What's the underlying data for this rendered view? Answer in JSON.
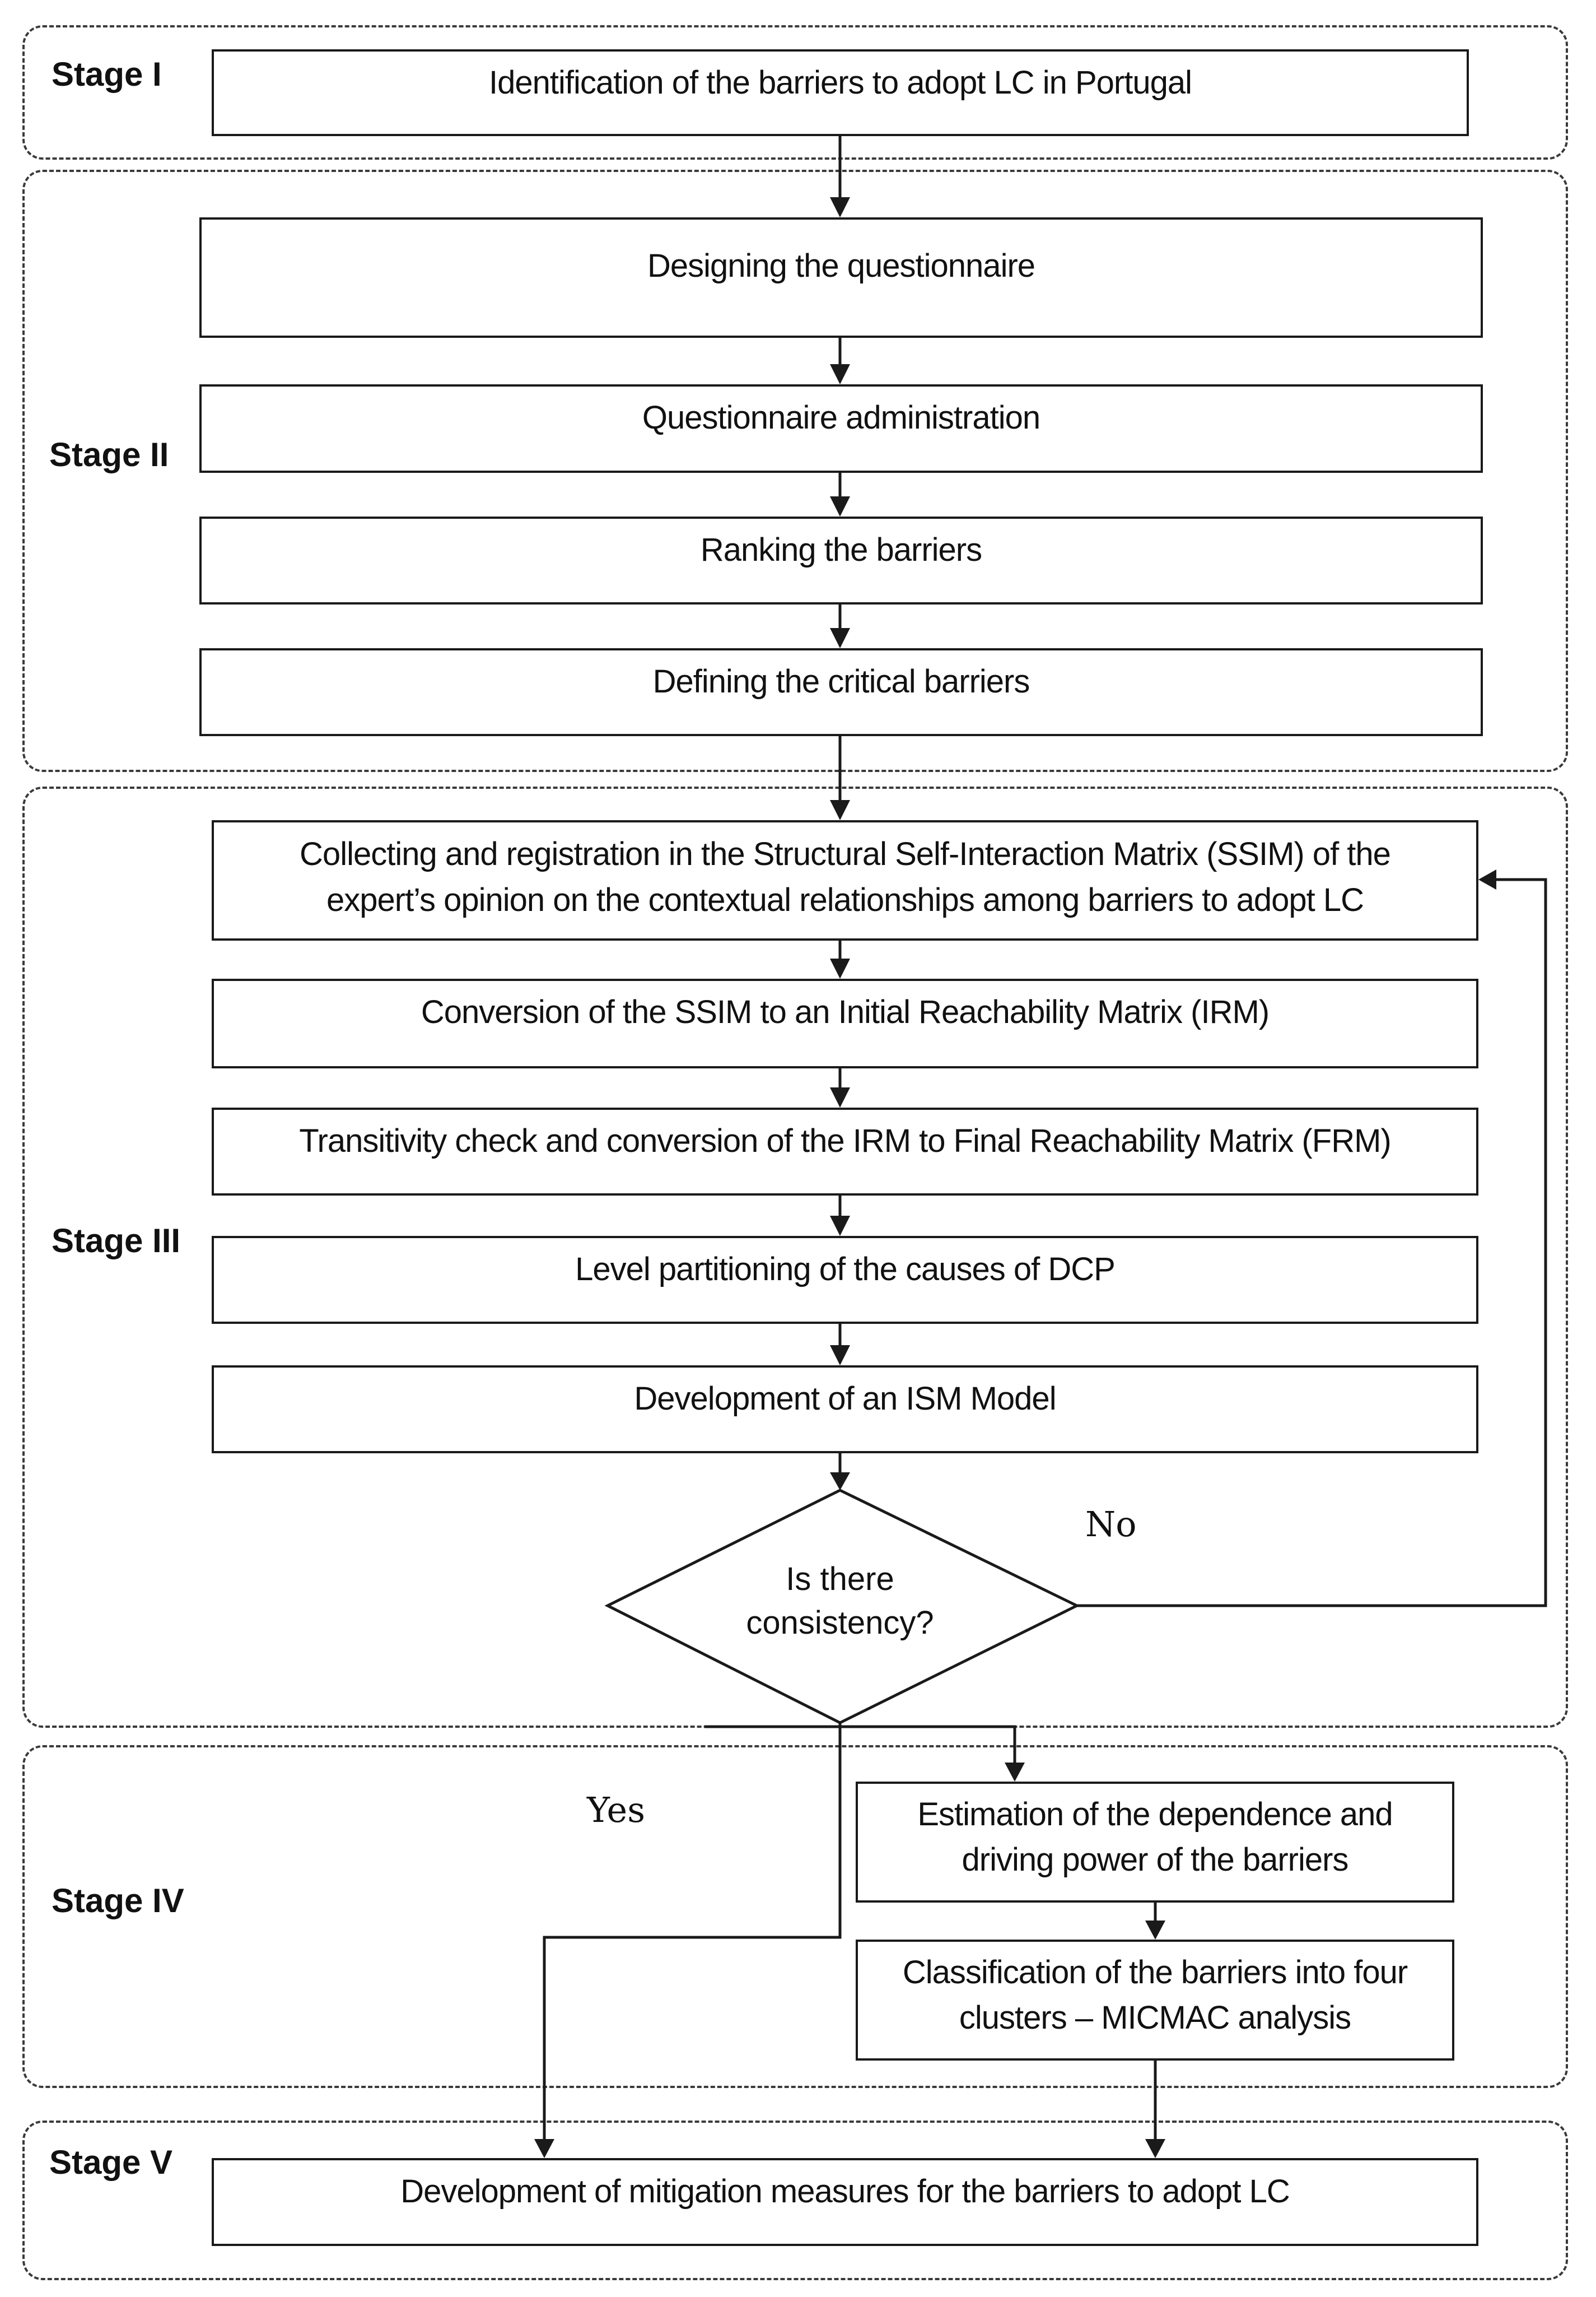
{
  "stages": {
    "stage1": "Stage I",
    "stage2": "Stage II",
    "stage3": "Stage III",
    "stage4": "Stage IV",
    "stage5": "Stage V"
  },
  "steps": {
    "identification": "Identification of the barriers to adopt LC in Portugal",
    "designing": "Designing the questionnaire",
    "administration": "Questionnaire administration",
    "ranking": "Ranking the barriers",
    "defining": "Defining the critical barriers",
    "collecting": "Collecting and registration in the Structural Self-Interaction Matrix (SSIM) of the\nexpert’s opinion on the contextual relationships among barriers to adopt LC",
    "conversion": "Conversion of the SSIM to an Initial Reachability Matrix (IRM)",
    "transitivity": "Transitivity check and conversion of the IRM to Final Reachability Matrix (FRM)",
    "level_partitioning": "Level partitioning of the causes of DCP",
    "ism_model": "Development of an ISM Model",
    "estimation": "Estimation of the dependence and\ndriving power of the barriers",
    "classification": "Classification of the barriers into four\nclusters – MICMAC analysis",
    "mitigation": "Development of mitigation measures for the barriers to adopt LC"
  },
  "decision": {
    "question": "Is there\nconsistency?",
    "no_label": "No",
    "yes_label": "Yes"
  }
}
